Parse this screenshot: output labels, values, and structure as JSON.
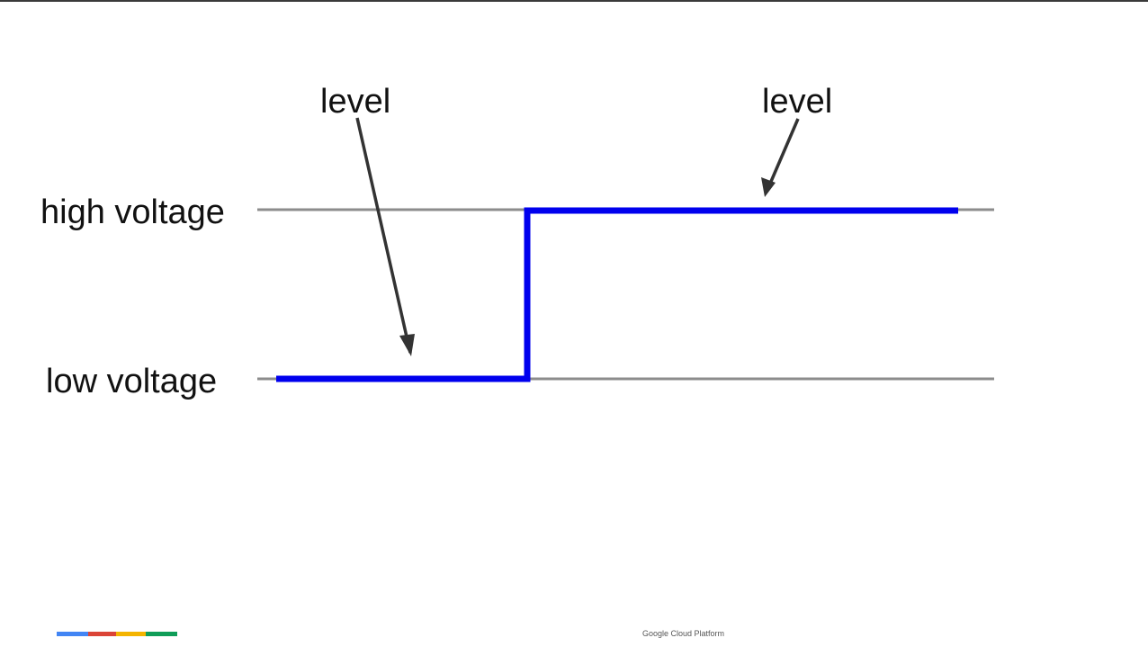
{
  "diagram": {
    "labels": {
      "high": "high voltage",
      "low": "low voltage",
      "level_left": "level",
      "level_right": "level"
    },
    "colors": {
      "rail": "#8c8c8c",
      "signal": "#0000ee",
      "arrow": "#333333",
      "text": "#111111"
    }
  },
  "footer": {
    "brand_text": "Google Cloud Platform",
    "brand_colors": [
      "#4285f4",
      "#db4437",
      "#f4b400",
      "#0f9d58"
    ]
  }
}
